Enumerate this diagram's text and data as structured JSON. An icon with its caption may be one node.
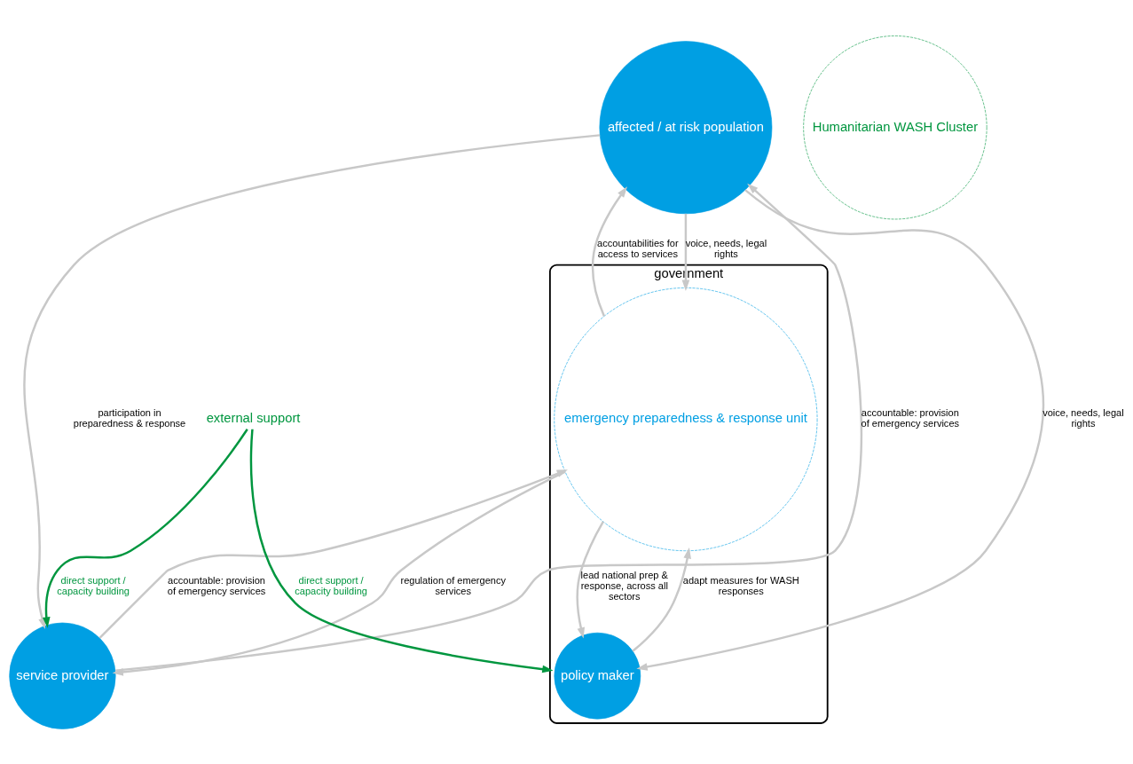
{
  "diagram": {
    "nodes": [
      {
        "text": [
          "government"
        ]
      },
      {
        "text": [
          "policy maker"
        ],
        "in": 0
      },
      {
        "text": [
          "emergency preparedness & response unit"
        ],
        "in": 0
      },
      {
        "text": [
          "Humanitarian WASH Cluster"
        ]
      },
      {
        "text": [
          "affected / at risk population"
        ]
      },
      {
        "text": [
          "service provider"
        ]
      },
      {
        "text": [
          "external support"
        ]
      }
    ],
    "edges": [
      {
        "from": 2,
        "to": 1,
        "arrow": "to",
        "label": "lead national prep & response, across all sectors"
      },
      {
        "from": 1,
        "to": 2,
        "arrow": "to",
        "label": "adapt measures for WASH responses"
      },
      {
        "from": 4,
        "to": 1,
        "arrow": "to",
        "label": "voice, needs, legal rights"
      },
      {
        "from": 4,
        "to": 2,
        "arrow": "to",
        "label": "voice, needs, legal rights"
      },
      {
        "from": 2,
        "to": 4,
        "arrow": "to",
        "label": "accountabilities for access to services"
      },
      {
        "from": 2,
        "to": 5,
        "arrow": "to",
        "label": "regulation of emergency services"
      },
      {
        "from": 5,
        "to": 2,
        "arrow": "to",
        "label": "accountable: provision of emergency services"
      },
      {
        "from": 4,
        "to": 5,
        "arrow": "to",
        "label": "participation in preparedness & response"
      },
      {
        "from": 5,
        "to": 4,
        "arrow": "to",
        "label": "accountable: provision of emergency services"
      },
      {
        "from": 6,
        "to": 0,
        "arrow": "to",
        "label": "direct support / capacity building",
        "color": "#00963f"
      },
      {
        "from": 6,
        "to": 5,
        "arrow": "to",
        "label": "direct support / capacity building",
        "color": "#00963f"
      }
    ]
  }
}
